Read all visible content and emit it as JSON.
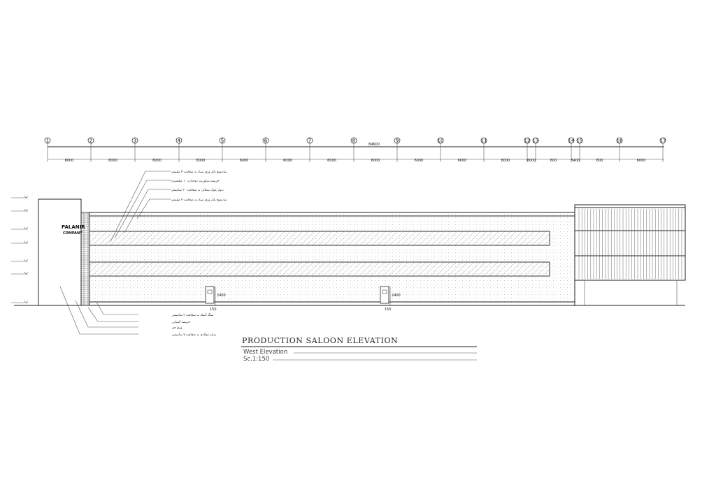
{
  "grid": {
    "axis_labels": [
      "1",
      "2",
      "3",
      "4",
      "5",
      "6",
      "7",
      "8",
      "9",
      "10",
      "11",
      "12",
      "13",
      "14",
      "15",
      "16",
      "17"
    ],
    "overall_dimension": "84600",
    "spacings": [
      "6000",
      "6000",
      "6000",
      "6000",
      "6000",
      "6000",
      "6000",
      "6000",
      "6000",
      "6000",
      "6000",
      "6000",
      "600",
      "5400",
      "600",
      "6000",
      "6000"
    ]
  },
  "building": {
    "logo_line1": "PALANIR",
    "logo_line2": "COMPANY",
    "door_height": "2400",
    "door_width": "150"
  },
  "notes_top": [
    "ساندویچ پانل ورق سیاه به ضخامت ۴ میلیمتر",
    "خرپشه سکوریت دوجداره ۱۰ میلیمتری",
    "دیوار بلوک سفالی به ضخامت ۲۰ سانتیمتر",
    "ساندویچ پانل ورق سیاه به ضخامت ۴ میلیمتر"
  ],
  "notes_bottom": [
    "سنگ آنتیک به ضخامت ۲ سانتیمتر",
    "خرپشه آسیابی",
    "ورق خم",
    "سازه فولادی به ضخامت ۷ سانتیمتر"
  ],
  "title": {
    "main": "PRODUCTION SALOON ELEVATION",
    "view": "West Elevation",
    "scale": "Sc.1:150"
  },
  "colors": {
    "ink": "#222222",
    "paper": "#ffffff"
  }
}
